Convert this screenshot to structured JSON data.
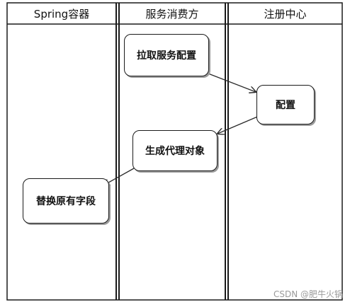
{
  "lanes": [
    {
      "label": "Spring容器"
    },
    {
      "label": "服务消费方"
    },
    {
      "label": "注册中心"
    }
  ],
  "nodes": {
    "fetch_config": "拉取服务配置",
    "config": "配置",
    "generate_proxy": "生成代理对象",
    "replace_field": "替换原有字段"
  },
  "watermark": "CSDN @肥牛火锅"
}
